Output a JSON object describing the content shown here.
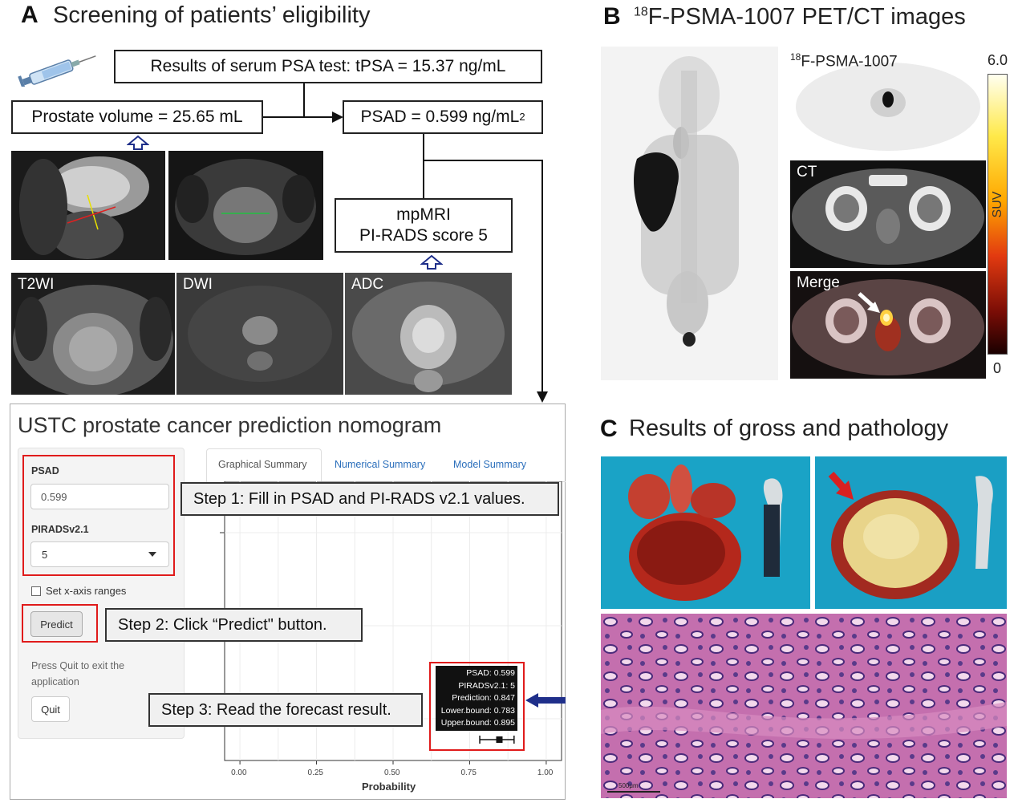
{
  "panel_a": {
    "letter": "A",
    "title": "Screening of patients’ eligibility",
    "psa_box": "Results of serum PSA test: tPSA = 15.37 ng/mL",
    "volume_box": "Prostate volume = 25.65 mL",
    "psad_box": "PSAD = 0.599 ng/mL",
    "psad_sup": "2",
    "mri_line1": "mpMRI",
    "mri_line2": "PI-RADS score 5",
    "mri_labels": [
      "T2WI",
      "DWI",
      "ADC"
    ]
  },
  "nomogram": {
    "title": "USTC prostate cancer prediction nomogram",
    "psad_label": "PSAD",
    "psad_value": "0.599",
    "pirads_label": "PIRADSv2.1",
    "pirads_value": "5",
    "checkbox_label": "Set x-axis ranges",
    "predict_label": "Predict",
    "quit_hint": "Press Quit to exit the application",
    "quit_label": "Quit",
    "tabs": [
      "Graphical Summary",
      "Numerical Summary",
      "Model Summary"
    ],
    "steps": [
      "Step 1: Fill in PSAD and PI-RADS v2.1 values.",
      "Step 2: Click “Predict\" button.",
      "Step 3: Read the forecast result."
    ],
    "tooltip": [
      "PSAD: 0.599",
      "PIRADSv2.1: 5",
      "Prediction: 0.847",
      "Lower.bound: 0.783",
      "Upper.bound: 0.895"
    ],
    "x_ticks": [
      "0.00",
      "0.25",
      "0.50",
      "0.75",
      "1.00"
    ],
    "x_axis_label": "Probability",
    "prediction": 0.847,
    "lower": 0.783,
    "upper": 0.895
  },
  "panel_b": {
    "letter": "B",
    "title_sup": "18",
    "title": "F-PSMA-1007 PET/CT images",
    "pet_label_sup": "18",
    "pet_label": "F-PSMA-1007",
    "ct_label": "CT",
    "merge_label": "Merge",
    "scale_max": "6.0",
    "scale_min": "0",
    "scale_label": "SUV"
  },
  "panel_c": {
    "letter": "C",
    "title": "Results of gross and pathology",
    "scale_bar": "500μm"
  },
  "colors": {
    "red_box": "#e01b1b",
    "link_blue": "#2a6ebb",
    "arrow_blue": "#1f2f8a"
  }
}
